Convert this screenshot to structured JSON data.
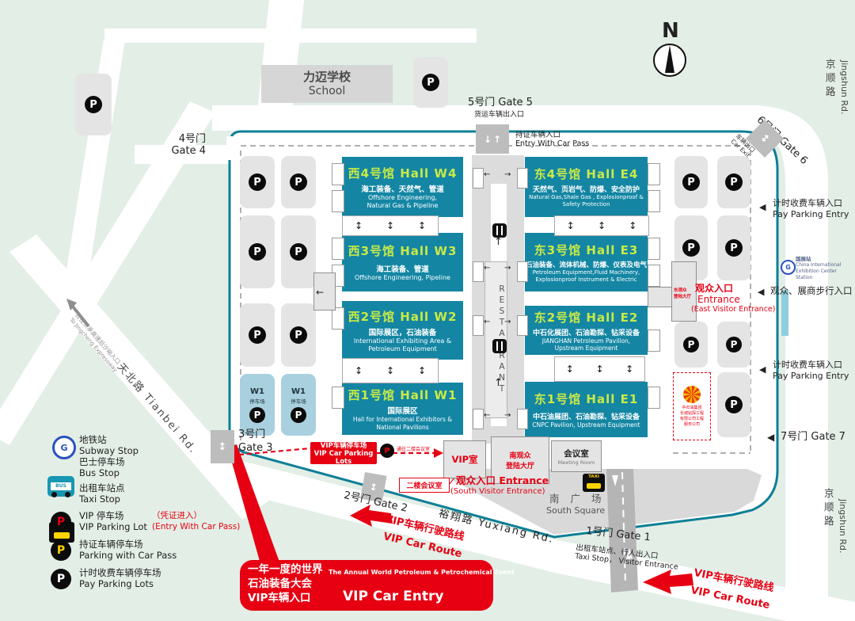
{
  "colors": {
    "hall": "#1486a4",
    "hall_title": "#c9ea45",
    "accent_red": "#e60012",
    "boundary": "#0d7f96",
    "bg_green": "#e3eee6",
    "square_gray": "#d9d9d9",
    "w1_parking_blue": "#a9d0df"
  },
  "compass": "N",
  "glyphs": {
    "p": "P",
    "t": "T",
    "g": "G",
    "bus": "BUS",
    "taxi": "TAXI",
    "w1": "W1",
    "lot": "停车场",
    "up": "↑",
    "down": "↓",
    "left": "←",
    "right": "→",
    "updown": "↕",
    "tri": "◀"
  },
  "school": {
    "zh": "力迈学校",
    "en": "School"
  },
  "roads": {
    "jingshun_zh": "京顺路",
    "jingshun_en": "Jingshun Rd.",
    "tianbei": "天北路 Tianbei Rd.",
    "yuxiang": "裕翔路 Yuxiang Rd.",
    "expwy_zh": "去往京承高速后沙峪入口",
    "expwy_en": "To Jingcheng Expressway"
  },
  "gates": {
    "g1": "1号门 Gate 1",
    "g1_note_zh": "出租车站点、行人出入口",
    "g1_note_en": "Taxi Stop， Visitor Entrance",
    "g2": "2号门 Gate 2",
    "g3_zh": "3号门",
    "g3_en": "Gate 3",
    "g4_zh": "4号门",
    "g4_en": "Gate 4",
    "g5": "5号门 Gate 5",
    "g5_note": "货运车辆出入口",
    "g6": "6号门 Gate 6",
    "g6_note_zh": "车辆出口",
    "g6_note_en": "Car Exit",
    "g7": "7号门 Gate 7"
  },
  "entries": {
    "carpass_zh": "持证车辆入口",
    "carpass_en": "Entry With Car Pass",
    "pay_zh": "计时收费车辆入口",
    "pay_en": "Pay Parking Entry",
    "walk": "观众、展商步行入口",
    "east_zh": "观众入口",
    "east_en": "Entrance",
    "east_sub": "(East Visitor Entrance)",
    "east_hall1": "东观众",
    "east_hall2": "登陆大厅",
    "south_main": "观众入口 Entrance",
    "south_sub": "(South Visitor Entrance)"
  },
  "station": {
    "zh": "国展站",
    "en1": "China International",
    "en2": "Exhibition Center",
    "en3": "Station"
  },
  "halls": [
    {
      "id": "W4",
      "title": "西4号馆 Hall W4",
      "zh": "海工装备、天然气、管道",
      "en1": "Offshore Engineering,",
      "en2": "Natural Gas & Pipeline"
    },
    {
      "id": "W3",
      "title": "西3号馆 Hall W3",
      "zh": "海工装备、管道",
      "en1": "Offshore Engineering, Pipeline",
      "en2": ""
    },
    {
      "id": "W2",
      "title": "西2号馆 Hall W2",
      "zh": "国际展区，石油装备",
      "en1": "International Exhibiting Area &",
      "en2": "Petroleum Equipment"
    },
    {
      "id": "W1",
      "title": "西1号馆 Hall W1",
      "zh": "国际展区",
      "en1": "Hall for International Exhibitors &",
      "en2": "National Pavilions"
    },
    {
      "id": "E4",
      "title": "东4号馆 Hall E4",
      "zh": "天然气、页岩气、防爆、安全防护",
      "en1": "Natural Gas,Shale Gas , Explosionproof &",
      "en2": "Safety Protection"
    },
    {
      "id": "E3",
      "title": "东3号馆 Hall E3",
      "zh": "石油装备、流体机械、防爆、仪表及电气",
      "en1": "Petroleum Equipment,Fluid Machinery,",
      "en2": "Explosionproof Instrument & Electric"
    },
    {
      "id": "E2",
      "title": "东2号馆 Hall E2",
      "zh": "中石化展团、石油勘探、钻采设备",
      "en1": "JIANGHAN Petroleum Pavilion,",
      "en2": "Upstream Equipment"
    },
    {
      "id": "E1",
      "title": "东1号馆 Hall E1",
      "zh": "中石油展团、石油勘探、钻采设备",
      "en1": "CNPC Pavilion, Upstream Equipment",
      "en2": ""
    }
  ],
  "buildings": {
    "vip": "VIP室",
    "hall1": "南观众",
    "hall2": "登陆大厅",
    "meet_zh": "会议室",
    "meet_en": "Meeting Room",
    "floor2": "二楼会议室",
    "to_floor2": "通往二楼会议室",
    "restaurant": "RESTAURANT",
    "square_zh": "南 广 场",
    "square_en": "South Square",
    "cnpc": [
      "中石油集团",
      "长城钻探工程",
      "有限公司工程",
      "服务公司"
    ]
  },
  "vip": {
    "lots_zh": "VIP车辆停车场",
    "lots_en": "VIP Car Parking Lots",
    "route_zh": "VIP车辆行驶路线",
    "route_en": "VIP Car Route",
    "banner_zh1": "一年一度的世界",
    "banner_zh2": "石油装备大会",
    "banner_zh3": "VIP车辆入口",
    "banner_en_small": "The Annual World Petroleum & Petrochemical Event",
    "banner_en_big": "VIP Car Entry"
  },
  "legend": [
    {
      "zh": "地铁站",
      "en": "Subway Stop"
    },
    {
      "zh": "巴士停车场",
      "en": "Bus Stop"
    },
    {
      "zh": "出租车站点",
      "en": "Taxi Stop"
    },
    {
      "zh": "VIP 停车场",
      "en": "VIP Parking Lot",
      "note_zh": "（凭证进入）",
      "note_en": "(Entry With Car Pass)"
    },
    {
      "zh": "持证车辆停车场",
      "en": "Parking with Car Pass"
    },
    {
      "zh": "计时收费车辆停车场",
      "en": "Pay Parking Lots"
    }
  ]
}
